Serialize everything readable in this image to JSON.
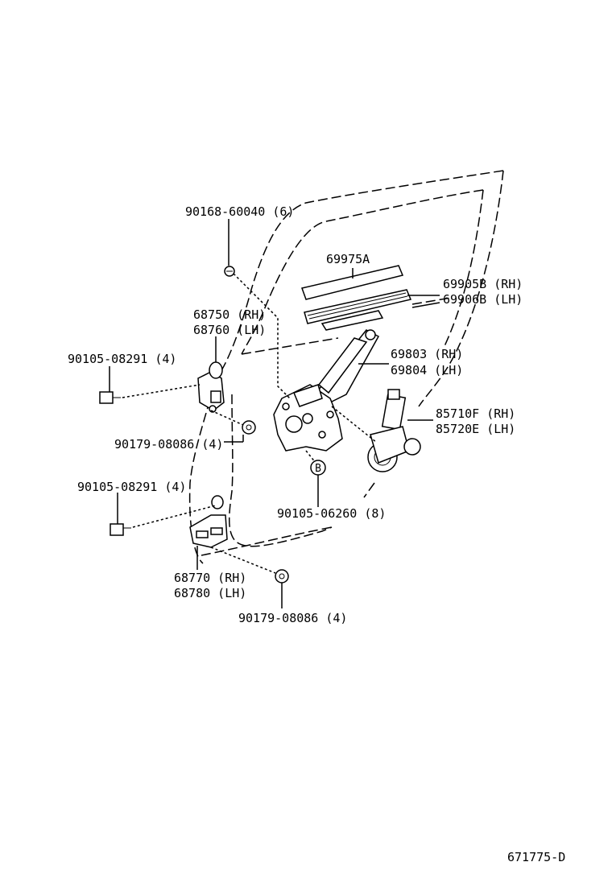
{
  "labels": {
    "screw_top": "90168-60040 (6)",
    "channel": "69975A",
    "run_rh": "69905B (RH)",
    "run_lh": "69906B (LH)",
    "hinge_upper_rh": "68750 (RH)",
    "hinge_upper_lh": "68760 (LH)",
    "bolt_upper": "90105-08291 (4)",
    "regulator_rh": "69803 (RH)",
    "regulator_lh": "69804 (LH)",
    "motor_rh": "85710F (RH)",
    "motor_lh": "85720E (LH)",
    "nut_upper": "90179-08086 (4)",
    "callout_b": "B",
    "bolt_lower": "90105-08291 (4)",
    "bolt_regulator": "90105-06260 (8)",
    "hinge_lower_rh": "68770 (RH)",
    "hinge_lower_lh": "68780 (LH)",
    "nut_lower": "90179-08086 (4)",
    "figure_code": "671775-D"
  }
}
